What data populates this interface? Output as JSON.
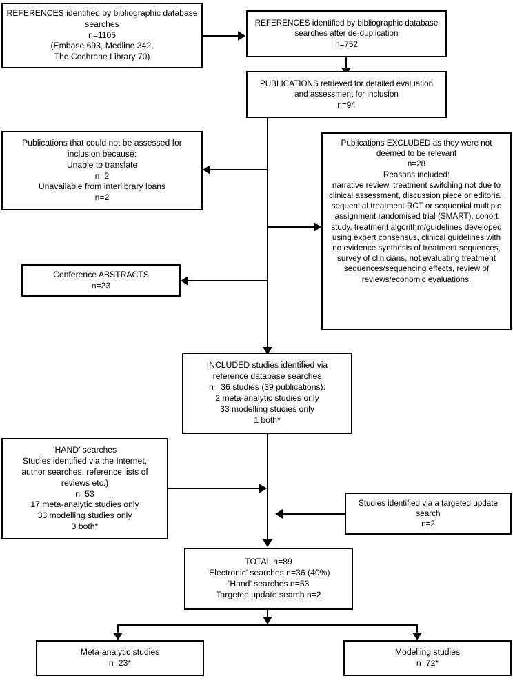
{
  "diagram": {
    "title": "PRISMA-style study selection flow diagram",
    "colors": {
      "line": "#000000",
      "box_border": "#000000",
      "background": "#ffffff",
      "text": "#000000"
    },
    "nodes": {
      "references_identified": {
        "id": "references-identified",
        "lines": [
          "REFERENCES identified by bibliographic database",
          "searches",
          "n=1105",
          "(Embase 693, Medline 342,",
          "The Cochrane Library 70)"
        ]
      },
      "references_dedup": {
        "id": "references-after-deduplication",
        "lines": [
          "REFERENCES identified by bibliographic database",
          "searches after de-duplication",
          "n=752"
        ]
      },
      "publications_retrieved": {
        "id": "publications-retrieved",
        "lines": [
          "PUBLICATIONS retrieved for detailed evaluation",
          "and assessment for inclusion",
          "n=94"
        ]
      },
      "not_assessed": {
        "id": "publications-not-assessed",
        "lines": [
          "Publications that could not be assessed for",
          "inclusion because:",
          "Unable to translate",
          "n=2",
          "Unavailable from interlibrary loans",
          "n=2"
        ]
      },
      "excluded": {
        "id": "publications-excluded",
        "lines": [
          "Publications EXCLUDED as they were not",
          "deemed to be relevant",
          "n=28",
          "Reasons included:",
          "narrative review, treatment switching not due to clinical assessment, discussion piece or editorial, sequential treatment RCT or sequential multiple assignment randomised trial (SMART), cohort study, treatment algorithm/guidelines developed using expert consensus, clinical guidelines with no evidence synthesis of treatment sequences, survey of clinicians, not evaluating treatment sequences/sequencing effects, review of reviews/economic evaluations."
        ]
      },
      "conference_abstracts": {
        "id": "conference-abstracts",
        "lines": [
          "Conference ABSTRACTS",
          "n=23"
        ]
      },
      "included_studies": {
        "id": "included-studies",
        "lines": [
          "INCLUDED studies identified via",
          "reference database searches",
          "n= 36 studies (39 publications):",
          "2 meta-analytic studies only",
          "33 modelling studies only",
          "1 both*"
        ]
      },
      "hand_searches": {
        "id": "hand-searches",
        "lines": [
          "‘HAND’ searches",
          "Studies identified via the Internet,",
          "author searches, reference lists of",
          "reviews etc.)",
          "n=53",
          "17 meta-analytic studies only",
          "33 modelling studies only",
          "3 both*"
        ]
      },
      "targeted_update": {
        "id": "targeted-update-search",
        "lines": [
          "Studies identified via a targeted update",
          "search",
          "n=2"
        ]
      },
      "total": {
        "id": "total-studies",
        "lines": [
          "TOTAL n=89",
          "‘Electronic’ searches n=36 (40%)",
          "‘Hand’ searches n=53",
          "Targeted update search n=2"
        ]
      },
      "meta_analytic": {
        "id": "meta-analytic-studies",
        "lines": [
          "Meta-analytic studies",
          "n=23*"
        ]
      },
      "modelling": {
        "id": "modelling-studies",
        "lines": [
          "Modelling studies",
          "n=72*"
        ]
      }
    },
    "edges": [
      {
        "from": "references_identified",
        "to": "references_dedup",
        "direction": "right"
      },
      {
        "from": "references_dedup",
        "to": "publications_retrieved",
        "direction": "down"
      },
      {
        "from": "publications_retrieved",
        "to": "not_assessed",
        "direction": "left"
      },
      {
        "from": "publications_retrieved",
        "to": "excluded",
        "direction": "right"
      },
      {
        "from": "publications_retrieved",
        "to": "conference_abstracts",
        "direction": "left"
      },
      {
        "from": "publications_retrieved",
        "to": "included_studies",
        "direction": "down"
      },
      {
        "from": "included_studies",
        "to": "total",
        "direction": "down"
      },
      {
        "from": "hand_searches",
        "to": "total",
        "direction": "right"
      },
      {
        "from": "targeted_update",
        "to": "total",
        "direction": "left"
      },
      {
        "from": "total",
        "to": "meta_analytic",
        "direction": "down"
      },
      {
        "from": "total",
        "to": "modelling",
        "direction": "down"
      }
    ]
  }
}
